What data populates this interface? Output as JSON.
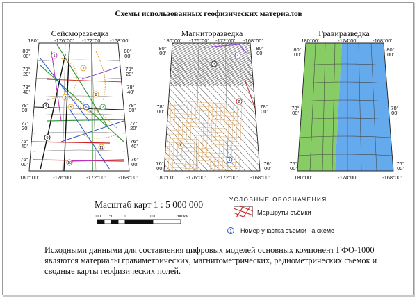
{
  "page": {
    "title": "Схемы использованных геофизических материалов"
  },
  "panels": [
    {
      "title": "Сейсморазведка",
      "ticks": {
        "top": [
          "180°",
          "-176°00'",
          "-172°00'",
          "-168°00'"
        ],
        "bottom": [
          "180° 00'",
          "-176°00'",
          "-172°00'",
          "-168°00'"
        ],
        "left": [
          "80°\n00'",
          "79°\n20'",
          "78°\n40'",
          "78°\n00'",
          "77°\n20'",
          "76°\n40'",
          "76°\n00'"
        ],
        "right": [
          "80°\n00'",
          "79°\n20'",
          "78°\n40'",
          "78°\n00'",
          "77°\n20'",
          "76°\n40'",
          "76°\n00'"
        ]
      },
      "markers": [
        "1",
        "2",
        "3",
        "4",
        "5",
        "6",
        "7",
        "8",
        "9",
        "10",
        "11"
      ]
    },
    {
      "title": "Магниторазведка",
      "ticks": {
        "top": [
          "180°00'",
          "-176°00'",
          "-172°00'",
          "-168°00'"
        ],
        "bottom": [
          "180°00'",
          "-176°00'",
          "-172°00'",
          "-168°00'"
        ],
        "left": [
          "80°\n00'",
          "78°\n00'",
          "76°\n00'"
        ],
        "right": [
          "80°\n00'",
          "78°\n00'",
          "76°\n00'"
        ]
      },
      "markers": [
        "1",
        "2",
        "3",
        "4",
        "5"
      ]
    },
    {
      "title": "Гравиразведка",
      "ticks": {
        "top": [
          "180°00'",
          "-174°00'",
          "-168°00'"
        ],
        "bottom": [
          "180°00'",
          "-174°00'",
          "-168°00'"
        ],
        "left": [
          "80°\n00'",
          "78°\n00'",
          "76°\n00'"
        ],
        "right": [
          "80°\n00'",
          "78°\n00'",
          "76°\n00'"
        ]
      },
      "markers": []
    }
  ],
  "colors": {
    "gravity_green": "#88cc66",
    "gravity_blue": "#66aaee",
    "route_red": "#cc2222",
    "grid_dark": "#555555"
  },
  "scale": {
    "title": "Масштаб карт 1 : 5 000 000",
    "labels": [
      "100",
      "50",
      "0",
      "100",
      "200 км"
    ]
  },
  "legend": {
    "title": "УСЛОВНЫЕ ОБОЗНАЧЕНИЯ",
    "routes_label": "Маршруты съёмки",
    "marker_symbol": "1",
    "marker_label": "Номер участка съемки на схеме"
  },
  "paragraph": "Исходными данными для составления цифровых моделей основных компонент ГФО-1000 являются материалы гравиметрических, магнитометрических, радиометрических съемок и сводные карты геофизических полей."
}
